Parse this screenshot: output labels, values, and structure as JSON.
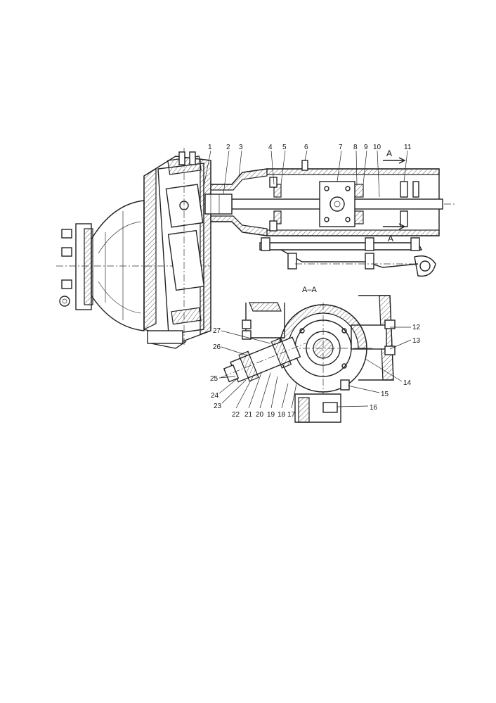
{
  "section_title": "A–A",
  "section_marker": "A",
  "callouts": [
    "1",
    "2",
    "3",
    "4",
    "5",
    "6",
    "7",
    "8",
    "9",
    "10",
    "11",
    "12",
    "13",
    "14",
    "15",
    "16",
    "17",
    "18",
    "19",
    "20",
    "21",
    "22",
    "23",
    "24",
    "25",
    "26",
    "27"
  ]
}
